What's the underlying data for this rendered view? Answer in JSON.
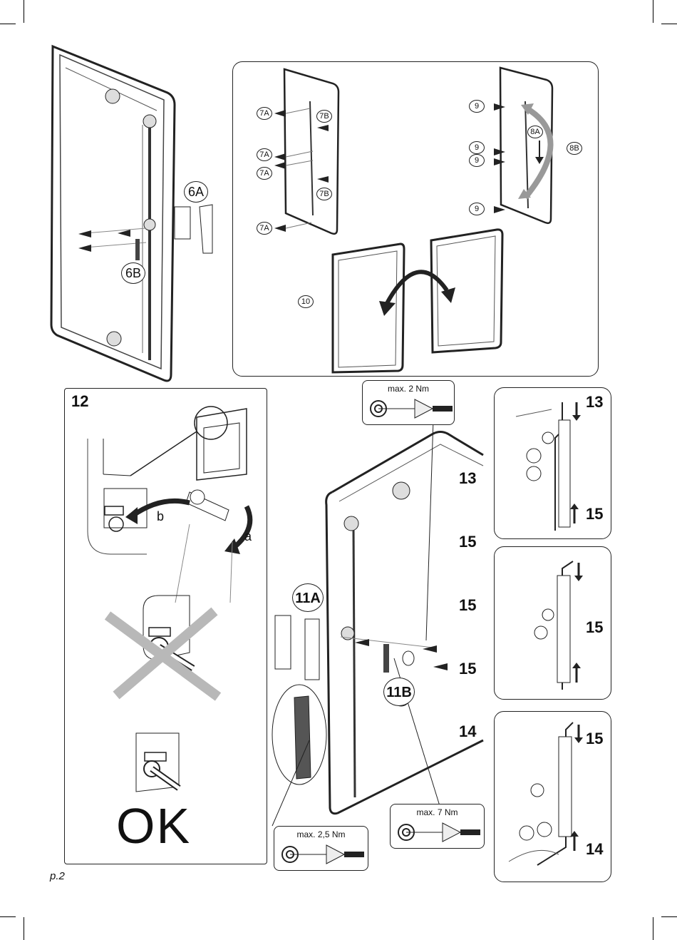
{
  "page": {
    "label": "p.2"
  },
  "step6": {
    "labels": [
      "6A",
      "6B"
    ]
  },
  "step7": {
    "labels": [
      "7A",
      "7B",
      "7A",
      "7A",
      "7B",
      "7A"
    ]
  },
  "step8": {
    "labels": [
      "8A",
      "8B"
    ]
  },
  "step9": {
    "labels": [
      "9",
      "9",
      "9",
      "9"
    ]
  },
  "step10": {
    "label": "10"
  },
  "step12": {
    "title": "12",
    "arrow_a": "a",
    "arrow_b": "b",
    "ok_text": "OK"
  },
  "step11": {
    "labels": [
      "11A",
      "11B"
    ],
    "sequence": [
      "13",
      "15",
      "15",
      "15",
      "14"
    ]
  },
  "torque": {
    "top": "max. 2 Nm",
    "middle": "max. 7 Nm",
    "bottom": "max. 2,5 Nm"
  },
  "detail_panels": [
    {
      "top": "13",
      "bottom": "15"
    },
    {
      "middle": "15"
    },
    {
      "top": "15",
      "bottom": "14"
    }
  ]
}
